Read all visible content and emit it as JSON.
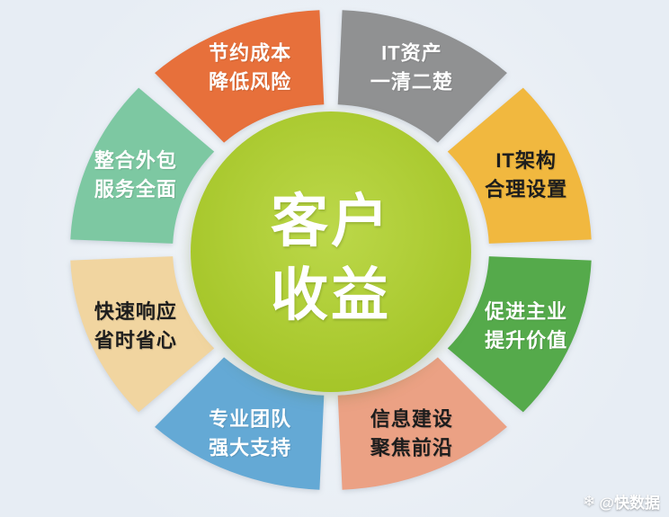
{
  "background": {
    "inner": "#f4f7fa",
    "outer": "#e7edf4"
  },
  "center": {
    "line1": "客户",
    "line2": "收益",
    "color": "#a2c324",
    "color_light": "#bcd84a",
    "text_color": "#ffffff"
  },
  "segments": [
    {
      "id": "cost-saving",
      "line1": "节约成本",
      "line2": "降低风险",
      "color": "#e7703b",
      "text_color": "#ffffff"
    },
    {
      "id": "it-assets",
      "line1": "IT资产",
      "line2": "一清二楚",
      "color": "#909192",
      "text_color": "#ffffff"
    },
    {
      "id": "it-architecture",
      "line1": "IT架构",
      "line2": "合理设置",
      "color": "#f1b83f",
      "text_color": "#1d1d1d"
    },
    {
      "id": "main-business",
      "line1": "促进主业",
      "line2": "提升价值",
      "color": "#55aa4b",
      "text_color": "#ffffff"
    },
    {
      "id": "info-construction",
      "line1": "信息建设",
      "line2": "聚焦前沿",
      "color": "#eba184",
      "text_color": "#1d1d1d"
    },
    {
      "id": "professional-team",
      "line1": "专业团队",
      "line2": "强大支持",
      "color": "#64a9d5",
      "text_color": "#ffffff"
    },
    {
      "id": "fast-response",
      "line1": "快速响应",
      "line2": "省时省心",
      "color": "#f1d5a0",
      "text_color": "#1d1d1d"
    },
    {
      "id": "outsourcing",
      "line1": "整合外包",
      "line2": "服务全面",
      "color": "#7dc8a2",
      "text_color": "#ffffff"
    }
  ],
  "watermark": {
    "icon": "❄",
    "text": "@快数据",
    "color": "#ffffff"
  }
}
